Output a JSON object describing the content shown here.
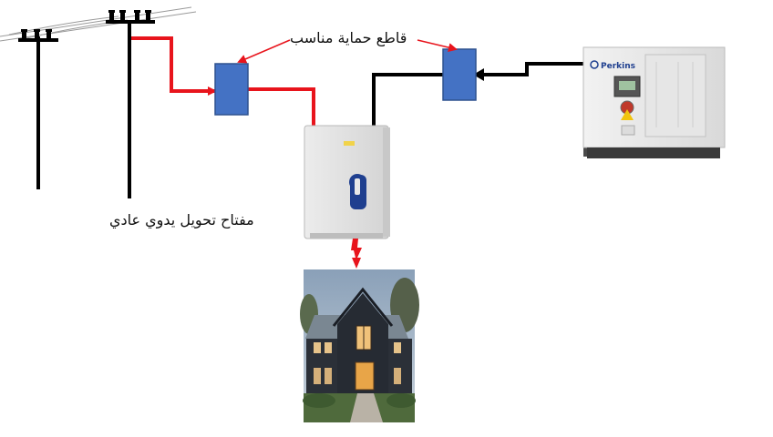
{
  "labels": {
    "breaker": "قاطع حماية مناسب",
    "switch": "مفتاح تحويل يدوي عادي"
  },
  "generator": {
    "brand": "Perkins"
  },
  "colors": {
    "utility_line": "#e8141c",
    "generator_line": "#000000",
    "breaker_box": "#4472c4",
    "breaker_border": "#2f528f",
    "annotation_arrow": "#e8141c",
    "switch_handle": "#1f3f8f",
    "pole": "#000000"
  },
  "icons": {
    "utility_poles": "power-pole-icon",
    "transfer_switch": "transfer-switch-icon",
    "generator": "generator-icon",
    "house": "house-photo"
  }
}
